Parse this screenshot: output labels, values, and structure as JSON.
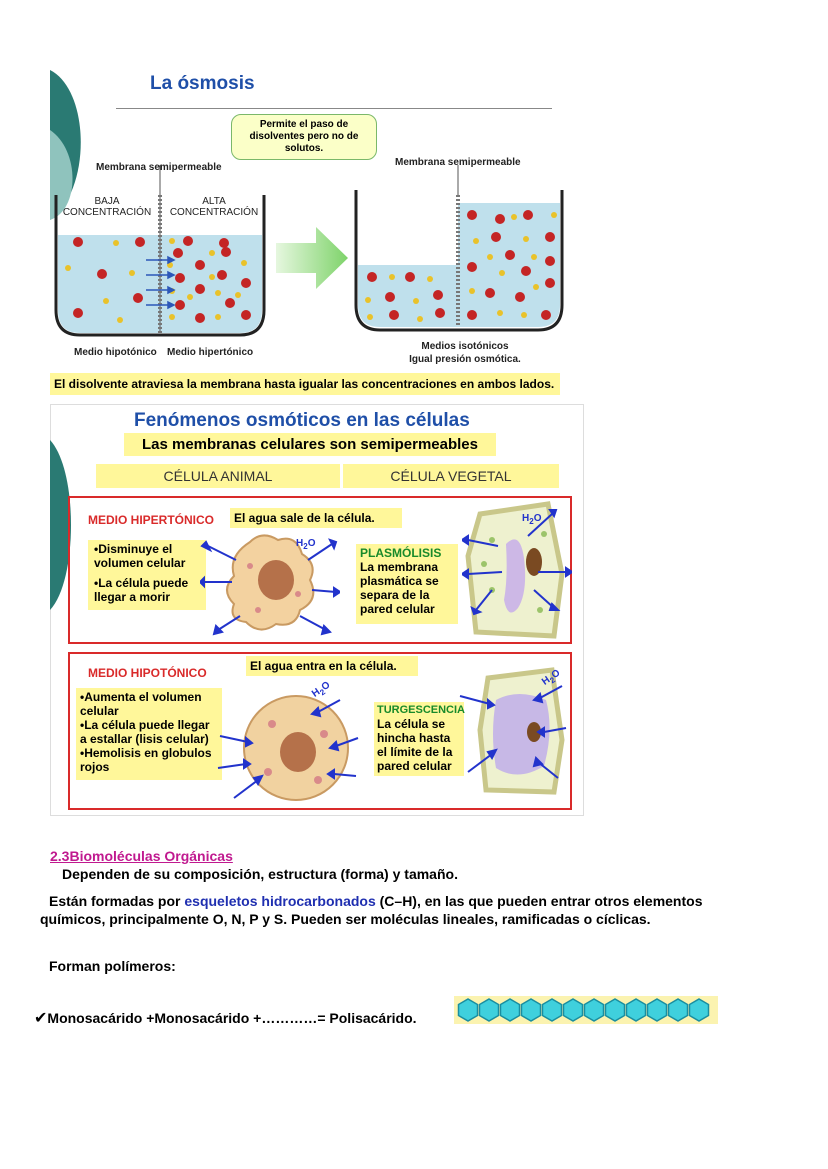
{
  "osmosis": {
    "title": "La ósmosis",
    "bubble": "Permite el paso de disolventes pero no de solutos.",
    "membrane_left": "Membrana semipermeable",
    "membrane_right": "Membrana semipermeable",
    "low_conc_1": "BAJA",
    "low_conc_2": "CONCENTRACIÓN",
    "high_conc_1": "ALTA",
    "high_conc_2": "CONCENTRACIÓN",
    "medio_hipotonico": "Medio hipotónico",
    "medio_hipertonico": "Medio hipertónico",
    "medios_isotonicos": "Medios isotónicos",
    "igual_presion": "Igual presión osmótica.",
    "caption": "El disolvente atraviesa la membrana hasta igualar las concentraciones en ambos lados."
  },
  "fenomenos": {
    "title": "Fenómenos osmóticos en las células",
    "subtitle": "Las membranas celulares son semipermeables",
    "col_animal": "CÉLULA ANIMAL",
    "col_vegetal": "CÉLULA VEGETAL",
    "hiper": {
      "heading": "MEDIO HIPERTÓNICO",
      "note": "El agua sale de la célula.",
      "point1": "•Disminuye el volumen celular",
      "point2": "•La célula puede llegar a morir",
      "plant_title": "PLASMÓLISIS",
      "plant_text": "La membrana plasmática se separa de la pared celular",
      "h2o_a": "H",
      "h2o_b": "2",
      "h2o_c": "O"
    },
    "hipo": {
      "heading": "MEDIO HIPOTÓNICO",
      "note": "El agua entra en la célula.",
      "point1": "•Aumenta el volumen celular",
      "point2": "•La célula puede llegar a estallar (lisis celular)",
      "point3": "•Hemolisis en globulos rojos",
      "plant_title": "TURGESCENCIA",
      "plant_text": "La célula se hincha hasta el límite de la pared celular"
    }
  },
  "text": {
    "section_heading": "2.3Biomoléculas Orgánicas",
    "line1": "Dependen de su composición, estructura (forma) y tamaño.",
    "bullet_glyph": "",
    "p2_start": "Están formadas por ",
    "p2_highlight": "esqueletos hidrocarbonados",
    "p2_rest": " (C–H), en las que pueden entrar otros elementos químicos, principalmente O, N, P y S. Pueden ser moléculas lineales, ramificadas o cíclicas.",
    "p3": "Forman polímeros:",
    "check_glyph": "✔",
    "formula": "Monosacárido +Monosacárido +…………= Polisacárido.",
    "colors": {
      "heading": "#c0198f",
      "highlight": "#1f2fb0",
      "title_blue": "#1f4fa8"
    }
  }
}
